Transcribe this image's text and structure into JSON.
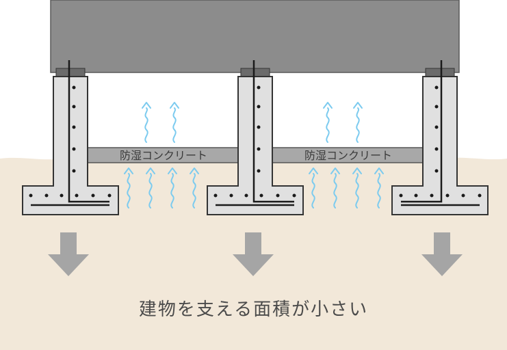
{
  "labels": {
    "moisture_concrete_left": "防湿コンクリート",
    "moisture_concrete_right": "防湿コンクリート",
    "caption": "建物を支える面積が小さい"
  },
  "colors": {
    "building": "#8c8c8c",
    "building_edge": "#5a5a5a",
    "soil": "#f2e8d9",
    "concrete": "#e0e0e0",
    "slab": "#a8a8a8",
    "rebar": "#1a1a1a",
    "moisture": "#7ccbef",
    "arrow": "#a5a5a5",
    "caption": "#4a4a4a"
  },
  "icons": [
    "moisture-wave-icon",
    "down-arrow-icon"
  ]
}
